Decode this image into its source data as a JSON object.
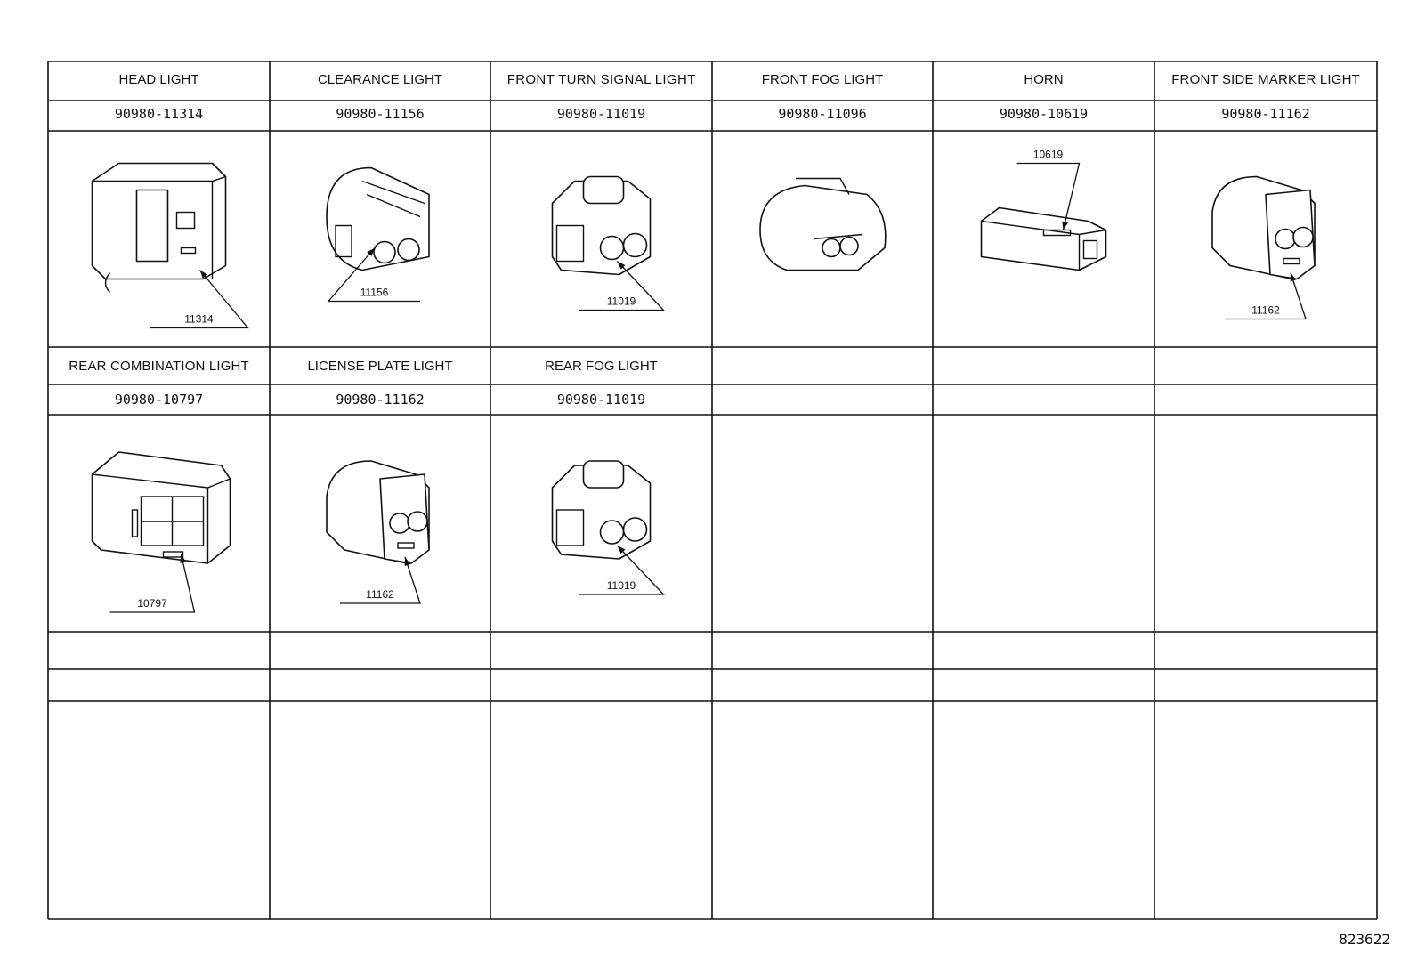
{
  "cells": [
    {
      "title": "HEAD LIGHT",
      "part": "90980-11314",
      "callout": "11314",
      "shape": "box-connector"
    },
    {
      "title": "CLEARANCE LIGHT",
      "part": "90980-11156",
      "callout": "11156",
      "shape": "round-2pin"
    },
    {
      "title": "FRONT TURN SIGNAL LIGHT",
      "part": "90980-11019",
      "callout": "11019",
      "shape": "2pin-latch"
    },
    {
      "title": "FRONT FOG LIGHT",
      "part": "90980-11096",
      "callout": "",
      "shape": "oval-2pin"
    },
    {
      "title": "HORN",
      "part": "90980-10619",
      "callout": "10619",
      "shape": "flat-1pin"
    },
    {
      "title": "FRONT SIDE MARKER LIGHT",
      "part": "90980-11162",
      "callout": "11162",
      "shape": "2pin-latch-b"
    },
    {
      "title": "REAR COMBINATION LIGHT",
      "part": "90980-10797",
      "callout": "10797",
      "shape": "box-4pin"
    },
    {
      "title": "LICENSE PLATE LIGHT",
      "part": "90980-11162",
      "callout": "11162",
      "shape": "2pin-latch-b"
    },
    {
      "title": "REAR FOG LIGHT",
      "part": "90980-11019",
      "callout": "11019",
      "shape": "2pin-latch"
    },
    {
      "title": "",
      "part": "",
      "callout": "",
      "shape": ""
    },
    {
      "title": "",
      "part": "",
      "callout": "",
      "shape": ""
    },
    {
      "title": "",
      "part": "",
      "callout": "",
      "shape": ""
    }
  ],
  "reference_number": "823622",
  "icons": [
    "connector-drawing"
  ]
}
